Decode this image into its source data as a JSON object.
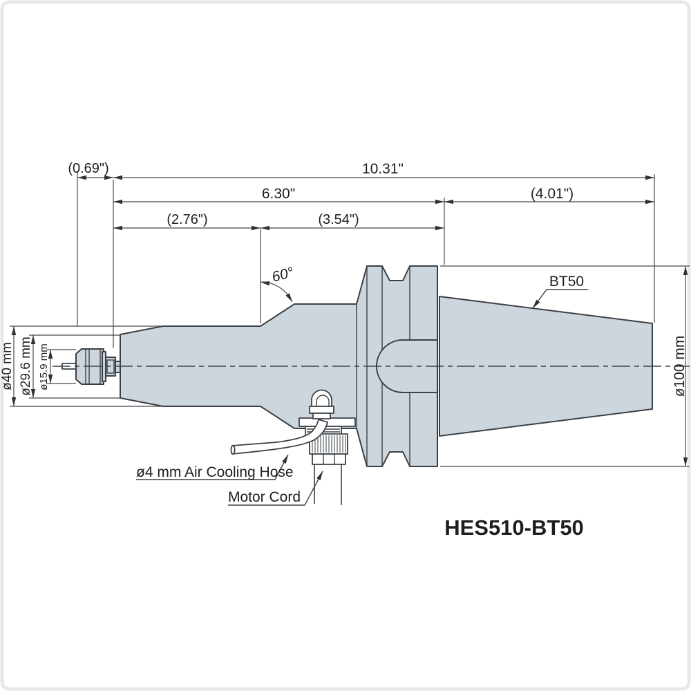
{
  "drawing": {
    "model_label": "HES510-BT50",
    "top_dimensions": [
      {
        "id": "nose-offset",
        "value": "(0.69\")"
      },
      {
        "id": "overall-length",
        "value": "10.31\""
      },
      {
        "id": "body-length",
        "value": "6.30\""
      },
      {
        "id": "taper-length",
        "value": "(4.01\")"
      },
      {
        "id": "front-length",
        "value": "(2.76\")"
      },
      {
        "id": "mid-length",
        "value": "(3.54\")"
      }
    ],
    "left_dimensions": [
      {
        "id": "body-diameter",
        "value": "ø40 mm"
      },
      {
        "id": "nose-face-diameter",
        "value": "ø29.6 mm"
      },
      {
        "id": "collet-diameter",
        "value": "ø15.9 mm"
      }
    ],
    "right_dimensions": [
      {
        "id": "flange-diameter",
        "value": "ø100 mm"
      }
    ],
    "angle_label": "60°",
    "callouts": {
      "taper": "BT50",
      "air_hose": "ø4 mm Air Cooling Hose",
      "motor_cord": "Motor Cord"
    },
    "colors": {
      "body_fill": "#cdd6dc",
      "line": "#3b4046",
      "text": "#1e1e1e",
      "frame": "#e8e8e8"
    }
  }
}
